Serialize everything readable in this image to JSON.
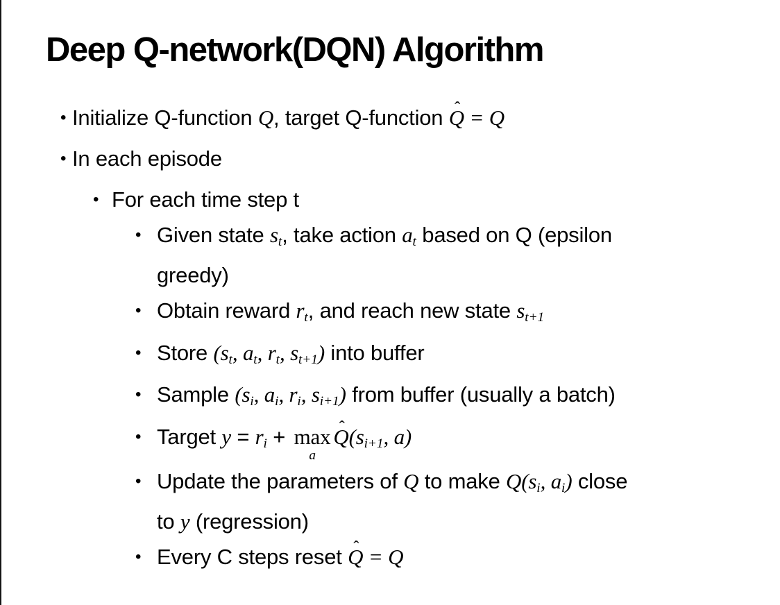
{
  "slide": {
    "title": "Deep Q-network(DQN) Algorithm",
    "symbols": {
      "bullet": "•",
      "hat": "ˆ"
    },
    "bullets": [
      {
        "level": 1,
        "runs": [
          {
            "k": "t",
            "v": "Initialize Q-function "
          },
          {
            "k": "m",
            "v": "Q"
          },
          {
            "k": "t",
            "v": ", target Q-function "
          },
          {
            "k": "mh",
            "v": "Q"
          },
          {
            "k": "m",
            "v": " = Q"
          }
        ]
      },
      {
        "level": 1,
        "runs": [
          {
            "k": "t",
            "v": "In each episode"
          }
        ]
      },
      {
        "level": 2,
        "runs": [
          {
            "k": "t",
            "v": "For each time step t"
          }
        ]
      },
      {
        "level": 3,
        "runs": [
          {
            "k": "t",
            "v": "Given state "
          },
          {
            "k": "ms",
            "v": "s",
            "s": "t"
          },
          {
            "k": "t",
            "v": ", take action "
          },
          {
            "k": "ms",
            "v": "a",
            "s": "t"
          },
          {
            "k": "t",
            "v": " based on Q (epsilon"
          },
          {
            "k": "br"
          },
          {
            "k": "t",
            "v": "greedy)"
          }
        ]
      },
      {
        "level": 3,
        "runs": [
          {
            "k": "t",
            "v": "Obtain reward "
          },
          {
            "k": "ms",
            "v": "r",
            "s": "t"
          },
          {
            "k": "t",
            "v": ", and reach new state "
          },
          {
            "k": "ms",
            "v": "s",
            "s": "t+1"
          }
        ]
      },
      {
        "level": 3,
        "runs": [
          {
            "k": "t",
            "v": "Store "
          },
          {
            "k": "m",
            "v": "("
          },
          {
            "k": "ms",
            "v": "s",
            "s": "t"
          },
          {
            "k": "m",
            "v": ", "
          },
          {
            "k": "ms",
            "v": "a",
            "s": "t"
          },
          {
            "k": "m",
            "v": ", "
          },
          {
            "k": "ms",
            "v": "r",
            "s": "t"
          },
          {
            "k": "m",
            "v": ", "
          },
          {
            "k": "ms",
            "v": "s",
            "s": "t+1"
          },
          {
            "k": "m",
            "v": ")"
          },
          {
            "k": "t",
            "v": " into buffer"
          }
        ]
      },
      {
        "level": 3,
        "runs": [
          {
            "k": "t",
            "v": "Sample "
          },
          {
            "k": "m",
            "v": "("
          },
          {
            "k": "ms",
            "v": "s",
            "s": "i"
          },
          {
            "k": "m",
            "v": ", "
          },
          {
            "k": "ms",
            "v": "a",
            "s": "i"
          },
          {
            "k": "m",
            "v": ", "
          },
          {
            "k": "ms",
            "v": "r",
            "s": "i"
          },
          {
            "k": "m",
            "v": ", "
          },
          {
            "k": "ms",
            "v": "s",
            "s": "i+1"
          },
          {
            "k": "m",
            "v": ")"
          },
          {
            "k": "t",
            "v": " from buffer (usually a batch)"
          }
        ]
      },
      {
        "level": 3,
        "runs": [
          {
            "k": "t",
            "v": "Target "
          },
          {
            "k": "m",
            "v": "y"
          },
          {
            "k": "t",
            "v": " = "
          },
          {
            "k": "ms",
            "v": "r",
            "s": "i"
          },
          {
            "k": "t",
            "v": " + "
          },
          {
            "k": "mx",
            "v": "max",
            "s": "a"
          },
          {
            "k": "mh",
            "v": "Q"
          },
          {
            "k": "m",
            "v": "("
          },
          {
            "k": "ms",
            "v": "s",
            "s": "i+1"
          },
          {
            "k": "m",
            "v": ", a)"
          }
        ]
      },
      {
        "level": 3,
        "runs": [
          {
            "k": "t",
            "v": "Update the parameters of "
          },
          {
            "k": "m",
            "v": "Q"
          },
          {
            "k": "t",
            "v": " to make "
          },
          {
            "k": "m",
            "v": "Q("
          },
          {
            "k": "ms",
            "v": "s",
            "s": "i"
          },
          {
            "k": "m",
            "v": ", "
          },
          {
            "k": "ms",
            "v": "a",
            "s": "i"
          },
          {
            "k": "m",
            "v": ")"
          },
          {
            "k": "t",
            "v": " close"
          },
          {
            "k": "br"
          },
          {
            "k": "t",
            "v": "to "
          },
          {
            "k": "m",
            "v": "y"
          },
          {
            "k": "t",
            "v": " (regression)"
          }
        ]
      },
      {
        "level": 3,
        "runs": [
          {
            "k": "t",
            "v": "Every C steps reset "
          },
          {
            "k": "mh",
            "v": "Q"
          },
          {
            "k": "m",
            "v": " = Q"
          }
        ]
      }
    ]
  }
}
